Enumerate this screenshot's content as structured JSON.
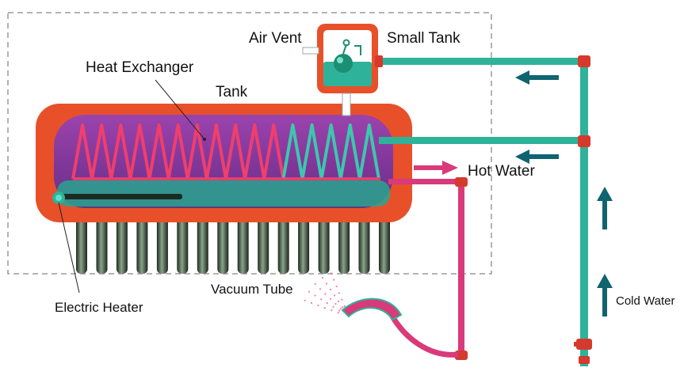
{
  "labels": {
    "air_vent": "Air Vent",
    "small_tank": "Small Tank",
    "heat_exchanger": "Heat Exchanger",
    "tank": "Tank",
    "hot_water": "Hot Water",
    "vacuum_tube": "Vacuum Tube",
    "electric_heater": "Electric Heater",
    "cold_water": "Cold Water"
  },
  "colors": {
    "tank_shell": "#e8502a",
    "tank_body": "#8a3aa0",
    "teal_pipe": "#2fb29a",
    "pink_pipe": "#d93a7a",
    "fitting": "#d6392e",
    "arrow": "#0f6470"
  },
  "vacuum_tube_count": 16,
  "coil_turns": {
    "hot": 11,
    "cold": 5
  }
}
